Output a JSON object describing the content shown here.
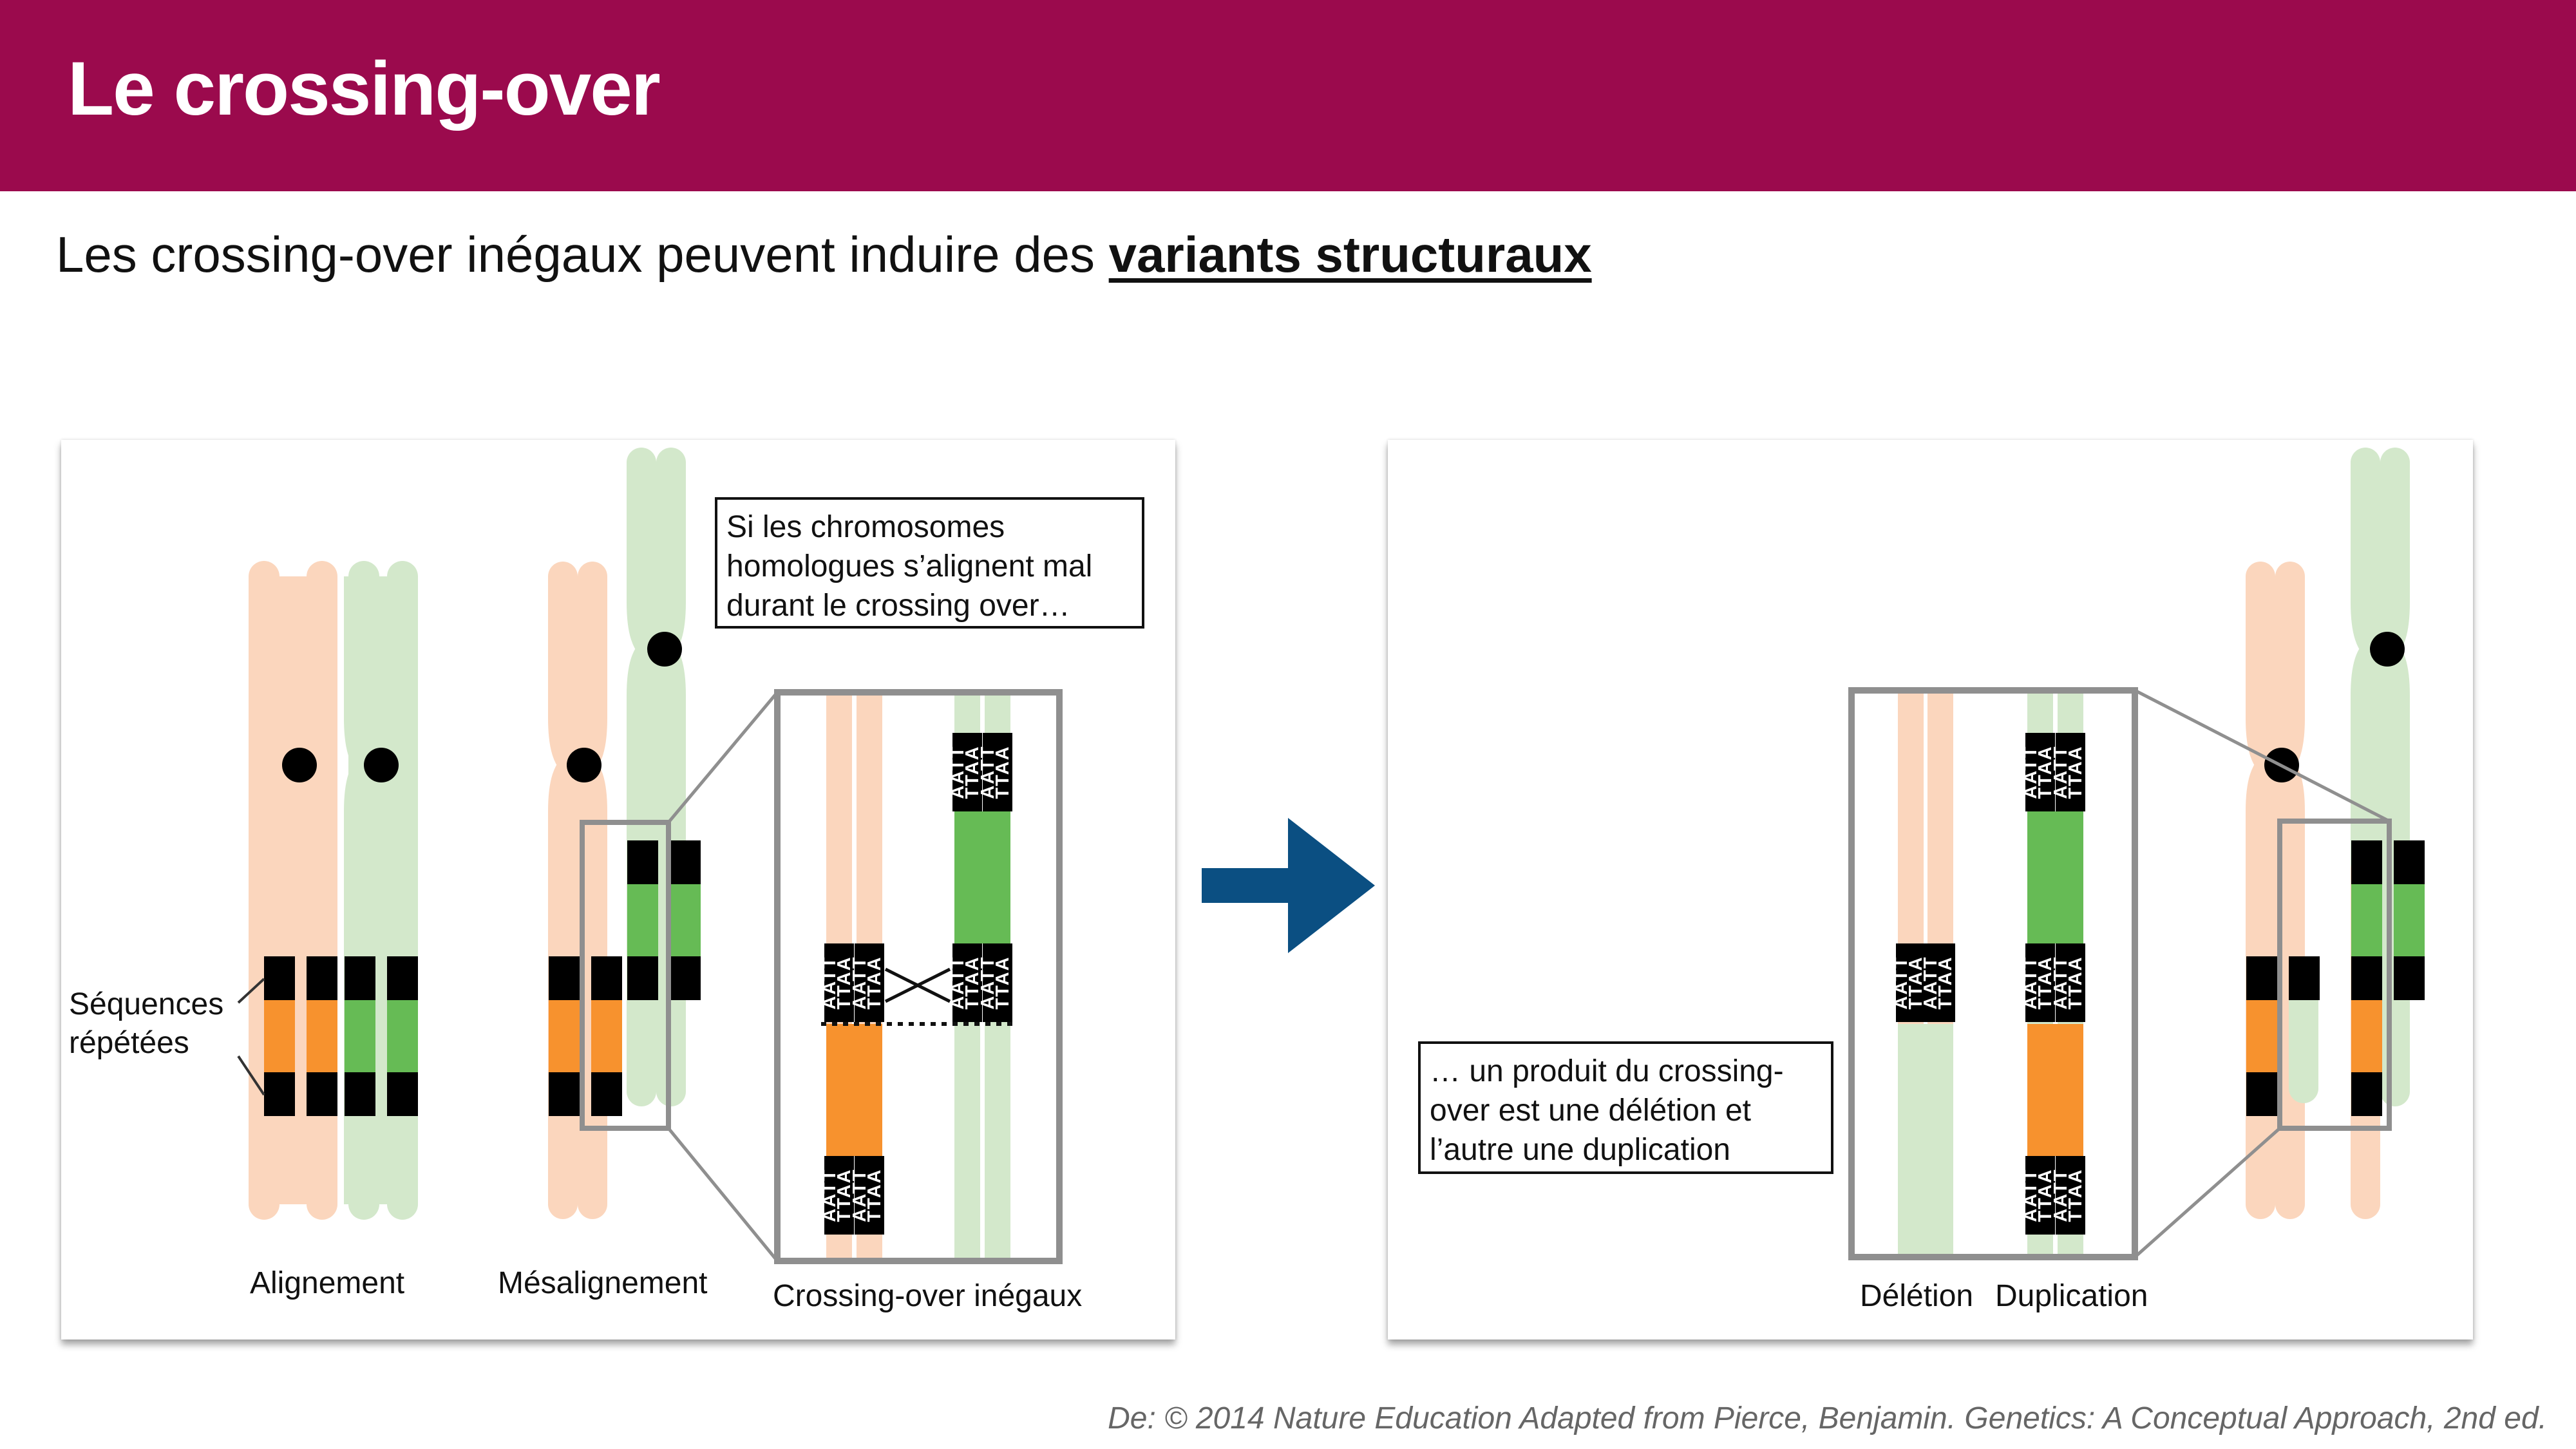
{
  "slide": {
    "title": "Le crossing-over",
    "subtitle_prefix": "Les crossing-over inégaux peuvent induire des ",
    "subtitle_emphasis": "variants structuraux",
    "source": "De: © 2014 Nature Education Adapted from Pierce, Benjamin. Genetics: A Conceptual Approach, 2nd ed."
  },
  "left_panel": {
    "callout": "Si les chromosomes homologues s’alignent mal durant le crossing over…",
    "repeat_label": "Séquences répétées",
    "label_alignment": "Alignement",
    "label_misalignment": "Mésalignement",
    "label_unequal": "Crossing-over inégaux"
  },
  "right_panel": {
    "callout": "… un produit du crossing-over est une délétion et l’autre une duplication",
    "label_deletion": "Délétion",
    "label_duplication": "Duplication"
  },
  "sequence": {
    "top": "AATT",
    "bottom": "TTAA"
  },
  "colors": {
    "header": "#9b0a4d",
    "chromatid_peach": "#fbd6bd",
    "chromatid_green": "#d3e8cb",
    "repeat_black": "#000000",
    "segment_orange": "#f7922e",
    "segment_green": "#66bb55",
    "arrow_blue": "#0b4f82",
    "zoom_box": "#8f8f8f"
  }
}
